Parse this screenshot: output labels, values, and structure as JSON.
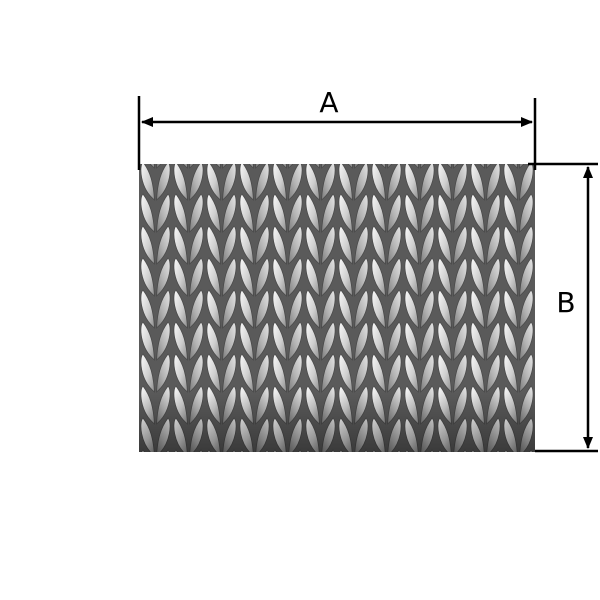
{
  "diagram": {
    "width_label": "A",
    "height_label": "B",
    "swatch": {
      "name": "knit-stockinette-swatch",
      "columns": 12,
      "rows": 9
    },
    "colors": {
      "line": "#000000",
      "stitch_light": "#f2f2f2",
      "stitch_mid": "#bdbdbd",
      "stitch_dark": "#6e6e6e",
      "knit_background": "#5a5a5a",
      "page_background": "#ffffff"
    }
  }
}
